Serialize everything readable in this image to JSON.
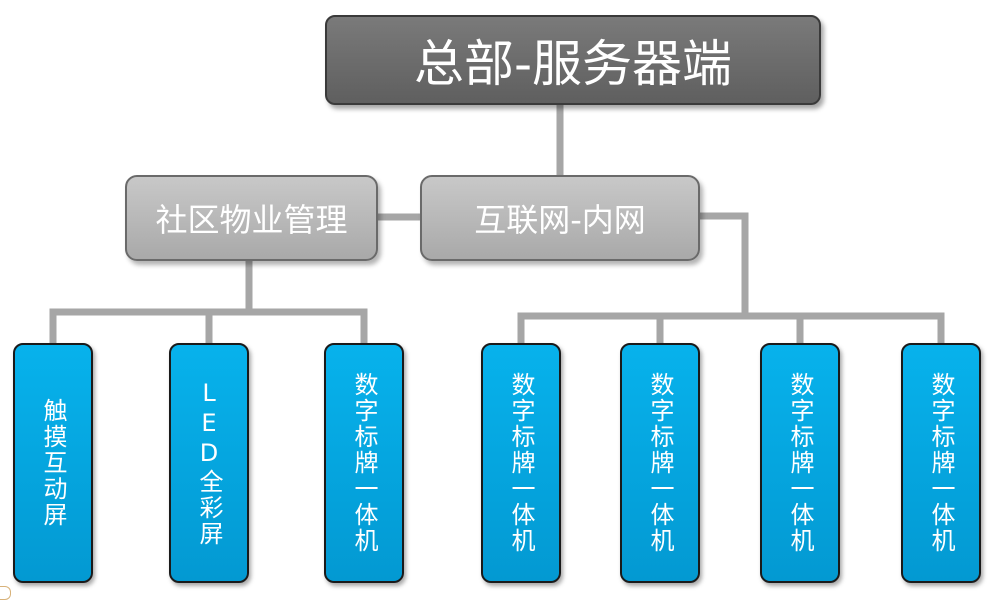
{
  "root": {
    "label": "总部-服务器端"
  },
  "branches": [
    {
      "label": "社区物业管理",
      "children": [
        "触摸互动屏",
        "LED全彩屏",
        "数字标牌一体机"
      ]
    },
    {
      "label": "互联网-内网",
      "children": [
        "数字标牌一体机",
        "数字标牌一体机",
        "数字标牌一体机",
        "数字标牌一体机"
      ]
    }
  ],
  "colors": {
    "root_fill": "#6b6b6b",
    "branch_fill": "#b9b9b9",
    "leaf_fill": "#04a6e0",
    "connector": "#a6a6a6"
  }
}
